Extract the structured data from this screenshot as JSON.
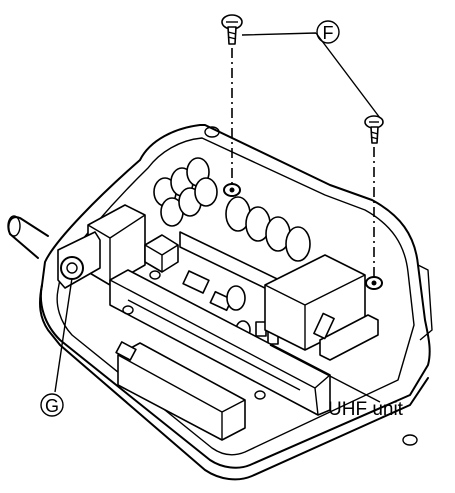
{
  "labels": {
    "screw": "F",
    "connector": "G",
    "unit": "UHF unit"
  }
}
